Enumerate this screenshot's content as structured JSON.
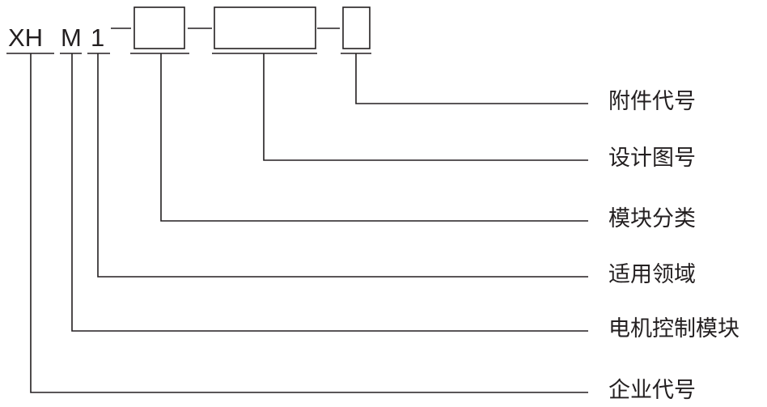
{
  "code": {
    "prefix": "XH",
    "module": "M",
    "field": "1"
  },
  "labels": {
    "accessory": "附件代号",
    "design": "设计图号",
    "classification": "模块分类",
    "application": "适用领域",
    "motor_module": "电机控制模块",
    "enterprise": "企业代号"
  }
}
